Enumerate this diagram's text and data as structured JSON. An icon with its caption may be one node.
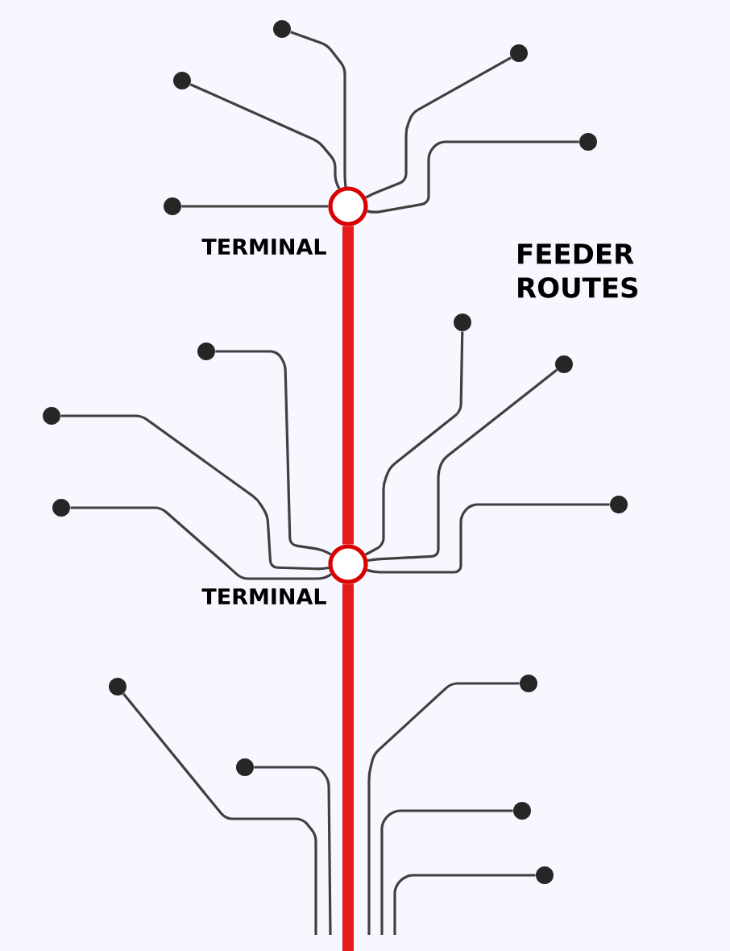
{
  "diagram": {
    "nodes": [
      {
        "text": [],
        "shape": "circle"
      },
      {
        "text": [],
        "shape": "circle"
      },
      {
        "text": [],
        "shape": "circle"
      },
      {
        "text": [],
        "shape": "circle"
      },
      {
        "text": [],
        "shape": "circle"
      },
      {
        "text": [
          "TERMINAL"
        ]
      },
      {
        "text": [],
        "shape": "circle"
      },
      {
        "text": [],
        "shape": "circle"
      },
      {
        "text": [],
        "shape": "circle"
      },
      {
        "text": [],
        "shape": "circle"
      },
      {
        "text": [],
        "shape": "circle"
      },
      {
        "text": [],
        "shape": "circle"
      },
      {
        "text": [
          "TERMINAL"
        ]
      },
      {
        "text": [],
        "shape": "circle"
      },
      {
        "text": [],
        "shape": "circle"
      },
      {
        "text": [],
        "shape": "circle"
      },
      {
        "text": [],
        "shape": "circle"
      },
      {
        "text": [],
        "shape": "circle"
      }
    ],
    "edges": [
      {
        "from": 0,
        "to": 5,
        "arrow": "none"
      },
      {
        "from": 1,
        "to": 5,
        "arrow": "none"
      },
      {
        "from": 2,
        "to": 5,
        "arrow": "none"
      },
      {
        "from": 3,
        "to": 5,
        "arrow": "none"
      },
      {
        "from": 4,
        "to": 5,
        "arrow": "none"
      },
      {
        "from": 12,
        "to": 5,
        "arrow": "none",
        "style": "thick",
        "color": "#e41b1b"
      },
      {
        "from": 6,
        "to": 12,
        "arrow": "none"
      },
      {
        "from": 7,
        "to": 12,
        "arrow": "none"
      },
      {
        "from": 8,
        "to": 12,
        "arrow": "none"
      },
      {
        "from": 9,
        "to": 12,
        "arrow": "none"
      },
      {
        "from": 10,
        "to": 12,
        "arrow": "none"
      },
      {
        "from": 11,
        "to": 12,
        "arrow": "none"
      },
      {
        "from": null,
        "to": 12,
        "arrow": "none",
        "style": "thick",
        "color": "#e41b1b"
      },
      {
        "from": 13,
        "to": null,
        "arrow": "none"
      },
      {
        "from": 14,
        "to": null,
        "arrow": "none"
      },
      {
        "from": 15,
        "to": null,
        "arrow": "none"
      },
      {
        "from": 16,
        "to": null,
        "arrow": "none"
      },
      {
        "from": 17,
        "to": null,
        "arrow": "none"
      }
    ],
    "labels": [
      "FEEDER ROUTES"
    ]
  }
}
